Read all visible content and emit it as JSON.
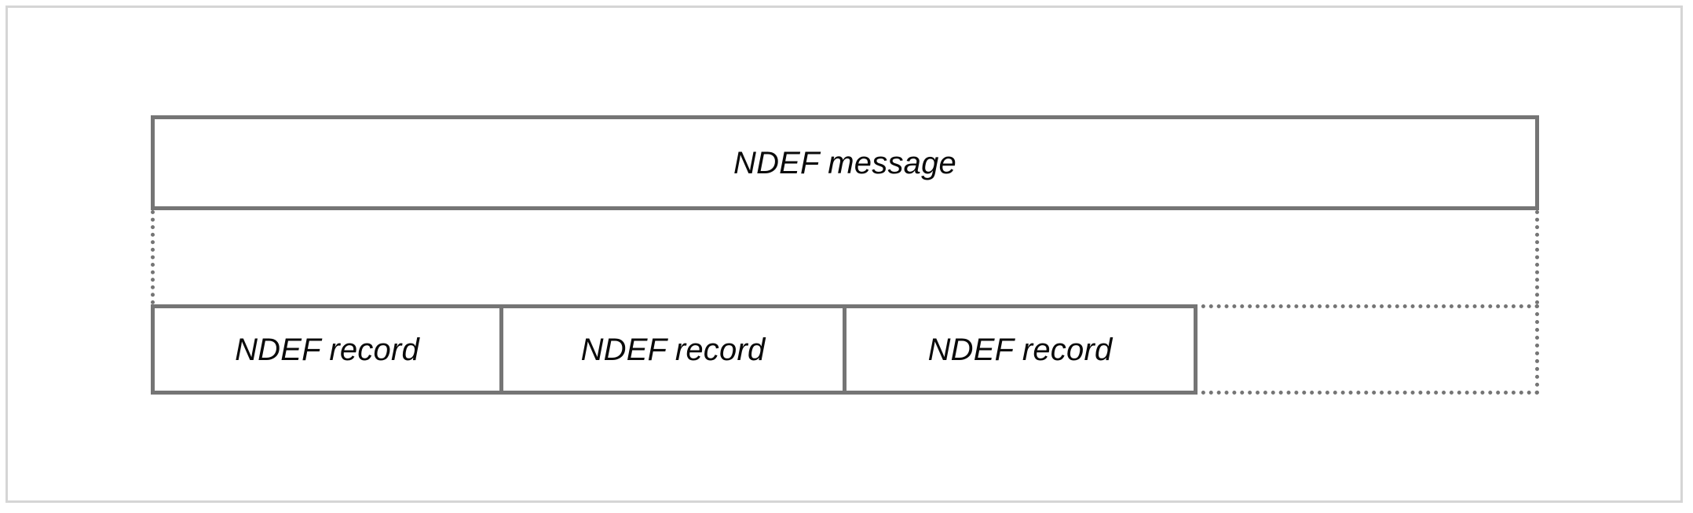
{
  "diagram": {
    "type": "block-diagram",
    "title_text": "",
    "colors": {
      "page_border": "#d5d5d5",
      "stroke": "#757575",
      "text": "#0a0a0a",
      "background": "#ffffff"
    },
    "message": {
      "label": "NDEF message"
    },
    "records": [
      {
        "label": "NDEF record"
      },
      {
        "label": "NDEF record"
      },
      {
        "label": "NDEF record"
      }
    ],
    "continuation": {
      "label": "",
      "style": "dotted",
      "meaning": "additional records may follow"
    },
    "connectors": {
      "style": "dotted",
      "count": 2
    }
  }
}
